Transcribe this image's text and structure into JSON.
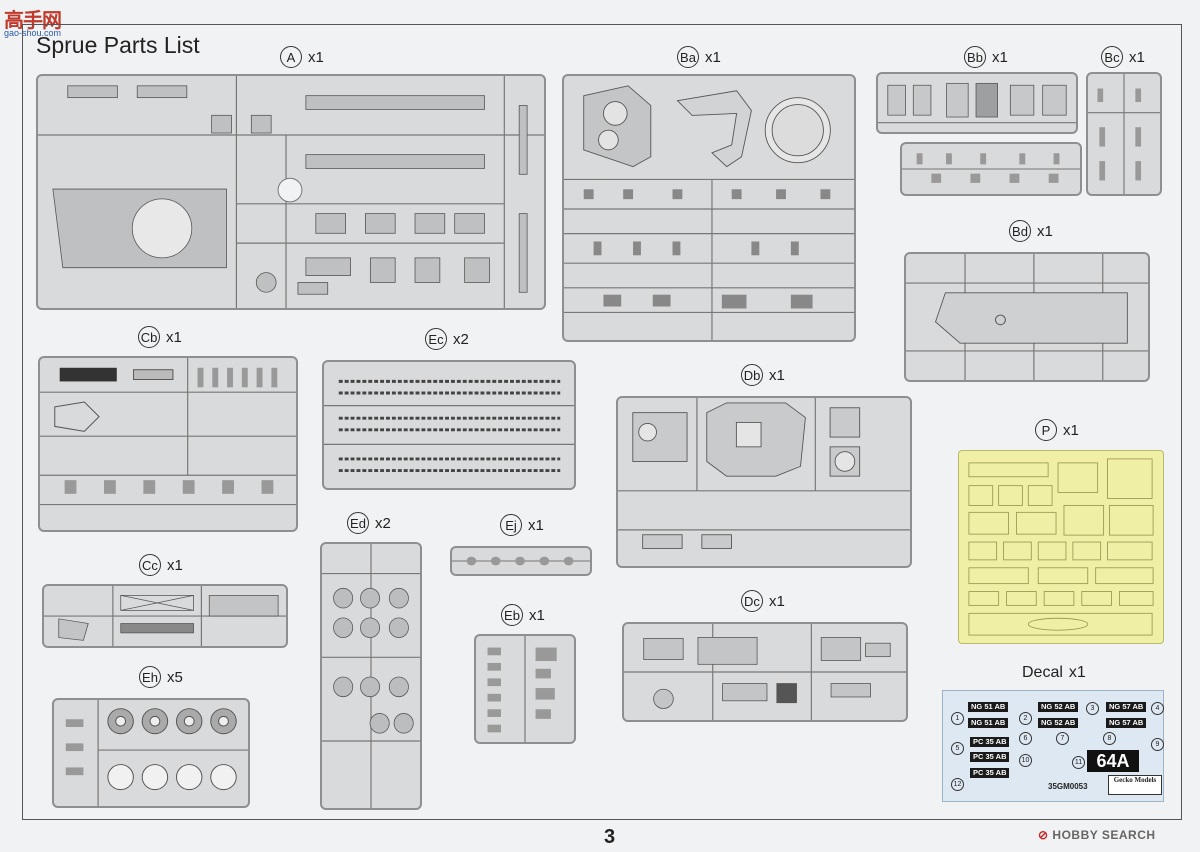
{
  "watermark": {
    "logo": "高手网",
    "sub": "gao-shou.com"
  },
  "title": "Sprue Parts List",
  "page_number": "3",
  "footer_brand": {
    "prefix": "⊘",
    "text": "HOBBY SEARCH"
  },
  "sprues": [
    {
      "id": "A",
      "qty": "x1"
    },
    {
      "id": "Ba",
      "qty": "x1"
    },
    {
      "id": "Bb",
      "qty": "x1"
    },
    {
      "id": "Bc",
      "qty": "x1"
    },
    {
      "id": "Bd",
      "qty": "x1"
    },
    {
      "id": "Cb",
      "qty": "x1"
    },
    {
      "id": "Ec",
      "qty": "x2"
    },
    {
      "id": "Db",
      "qty": "x1"
    },
    {
      "id": "P",
      "qty": "x1"
    },
    {
      "id": "Ed",
      "qty": "x2"
    },
    {
      "id": "Ej",
      "qty": "x1"
    },
    {
      "id": "Cc",
      "qty": "x1"
    },
    {
      "id": "Eb",
      "qty": "x1"
    },
    {
      "id": "Dc",
      "qty": "x1"
    },
    {
      "id": "Eh",
      "qty": "x5"
    }
  ],
  "decal": {
    "label": "Decal",
    "qty": "x1",
    "tags": [
      "NG 51 AB",
      "NG 51 AB",
      "NG 52 AB",
      "NG 52 AB",
      "NG 57 AB",
      "NG 57 AB",
      "PC 35 AB",
      "PC 35 AB",
      "PC 35 AB"
    ],
    "numbers": [
      "1",
      "2",
      "3",
      "4",
      "5",
      "6",
      "7",
      "8",
      "9",
      "10",
      "11",
      "12"
    ],
    "big_mark": "64A",
    "code": "35GM0053",
    "brand": "Gecko Models"
  }
}
